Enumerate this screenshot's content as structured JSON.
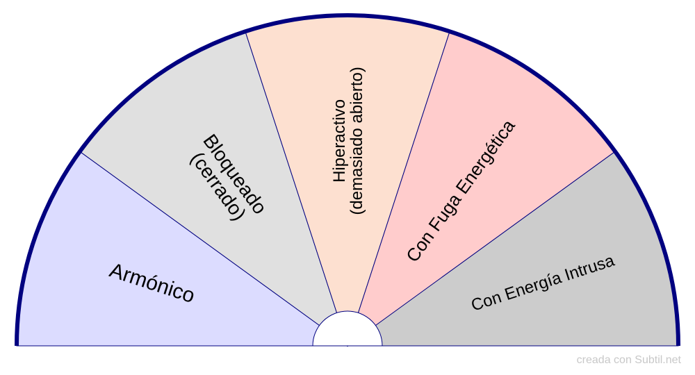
{
  "diagram": {
    "segments": [
      {
        "label_lines": [
          "Armónico"
        ],
        "color": "#dcdcff"
      },
      {
        "label_lines": [
          "Bloqueado",
          "(cerrado)"
        ],
        "color": "#e0e0e0"
      },
      {
        "label_lines": [
          "Hiperactivo",
          "(demasiado abierto)"
        ],
        "color": "#fde0d0"
      },
      {
        "label_lines": [
          "Con Fuga Energética"
        ],
        "color": "#ffcccc"
      },
      {
        "label_lines": [
          "Con Energía Intrusa"
        ],
        "color": "#cccccc"
      }
    ],
    "outline_color": "#000080",
    "hub_color": "#ffffff"
  },
  "footer": {
    "credit": "creada con Subtil.net"
  }
}
